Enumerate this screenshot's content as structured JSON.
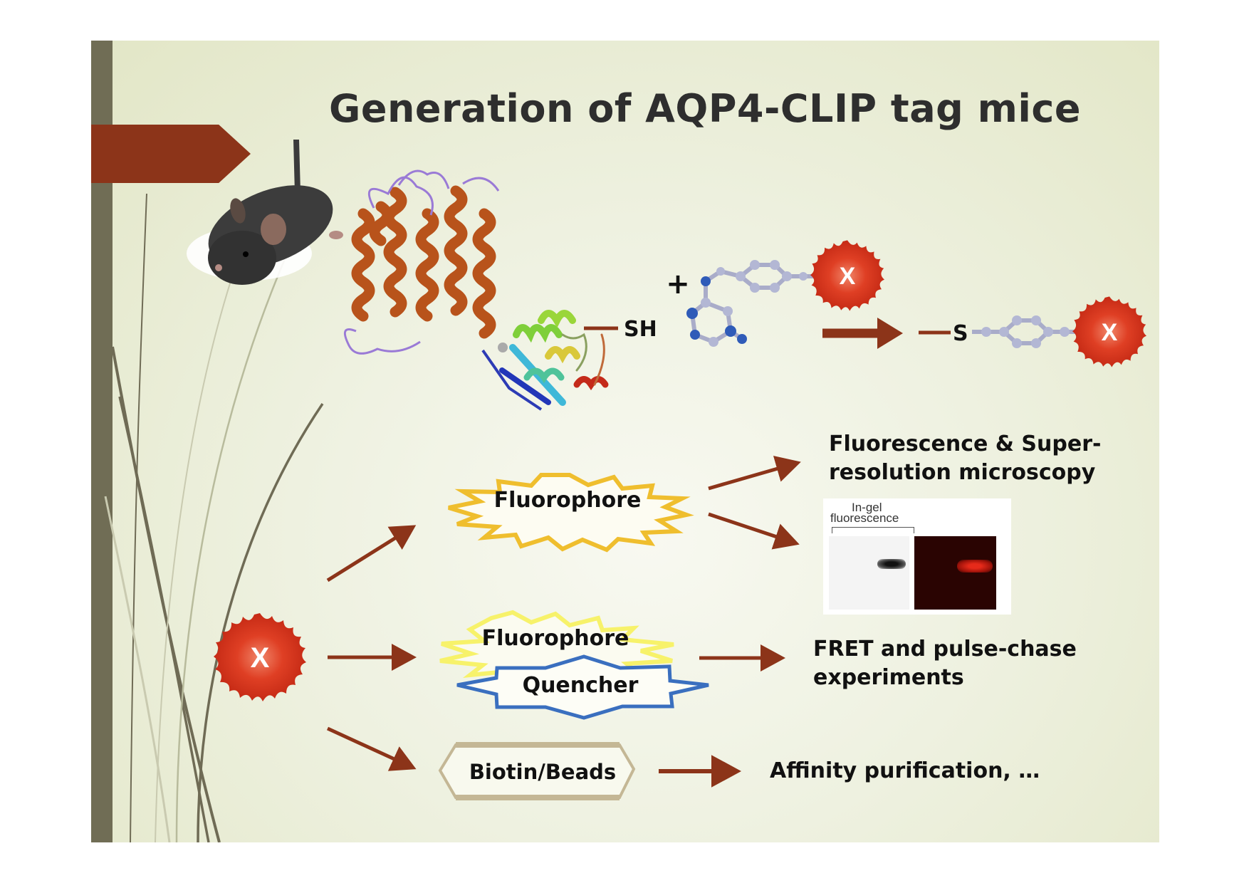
{
  "slide": {
    "title": "Generation of AQP4-CLIP tag mice",
    "colors": {
      "accent_flag": "#8c3419",
      "side_bar": "#706d55",
      "arrow": "#8c3419",
      "fluorophore_yellow": "#f0c030",
      "fret_yellow": "#f7f26a",
      "quencher_blue": "#3a6fbf",
      "beads_tan": "#c4b795",
      "x_red": "#d5311d"
    }
  },
  "reaction": {
    "sh_label": "SH",
    "plus_label": "+",
    "s_label": "S",
    "x_label": "X"
  },
  "outputs": {
    "fluorophore_label": "Fluorophore",
    "microscopy_line1": "Fluorescence & Super-",
    "microscopy_line2": "resolution microscopy",
    "gel_caption_line1": "In-gel",
    "gel_caption_line2": "fluorescence",
    "fret_fluorophore_label": "Fluorophore",
    "quencher_label": "Quencher",
    "fret_line1": "FRET and pulse-chase",
    "fret_line2": "experiments",
    "biotin_label": "Biotin/Beads",
    "affinity_label": "Affinity purification, …",
    "source_x_label": "X"
  },
  "icons": {
    "mouse": "mouse-photo",
    "aqp4_protein": "aqp4-ribbon-structure",
    "clip_tag": "clip-tag-ribbon-structure",
    "benzylcytosine": "bc-substrate-molecule",
    "x_label_badge": "red-star-x-badge"
  }
}
